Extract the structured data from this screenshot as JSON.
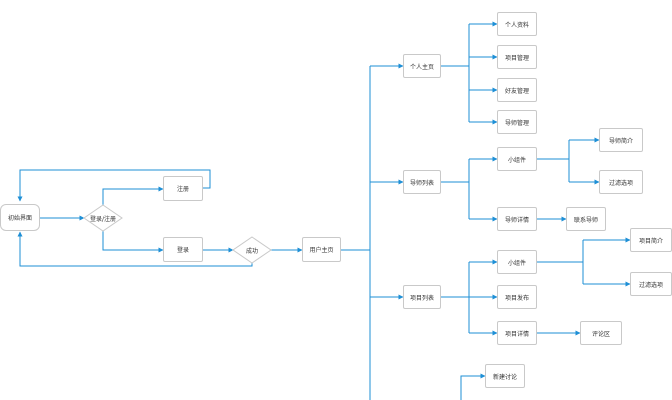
{
  "colors": {
    "line": "#1e8fd6",
    "border": "#c9c9c9",
    "text": "#333333"
  },
  "nodes": {
    "start": "初始界面",
    "login_register": "登录/注册",
    "register": "注册",
    "login": "登录",
    "success": "成功",
    "user_home": "用户主页",
    "personal_home": "个人主页",
    "personal_info": "个人资料",
    "project_manage": "项目管理",
    "friend_manage": "好友管理",
    "mentor_manage": "导师管理",
    "mentor_list": "导师列表",
    "mentor_widget": "小组件",
    "mentor_intro": "导师简介",
    "mentor_filter": "过滤选项",
    "mentor_detail": "导师详情",
    "contact_mentor": "联系导师",
    "project_list": "项目列表",
    "project_widget": "小组件",
    "project_intro": "项目简介",
    "project_filter": "过滤选项",
    "project_publish": "项目发布",
    "project_detail": "项目详情",
    "comment_area": "评论区",
    "new_discussion": "新建讨论"
  }
}
